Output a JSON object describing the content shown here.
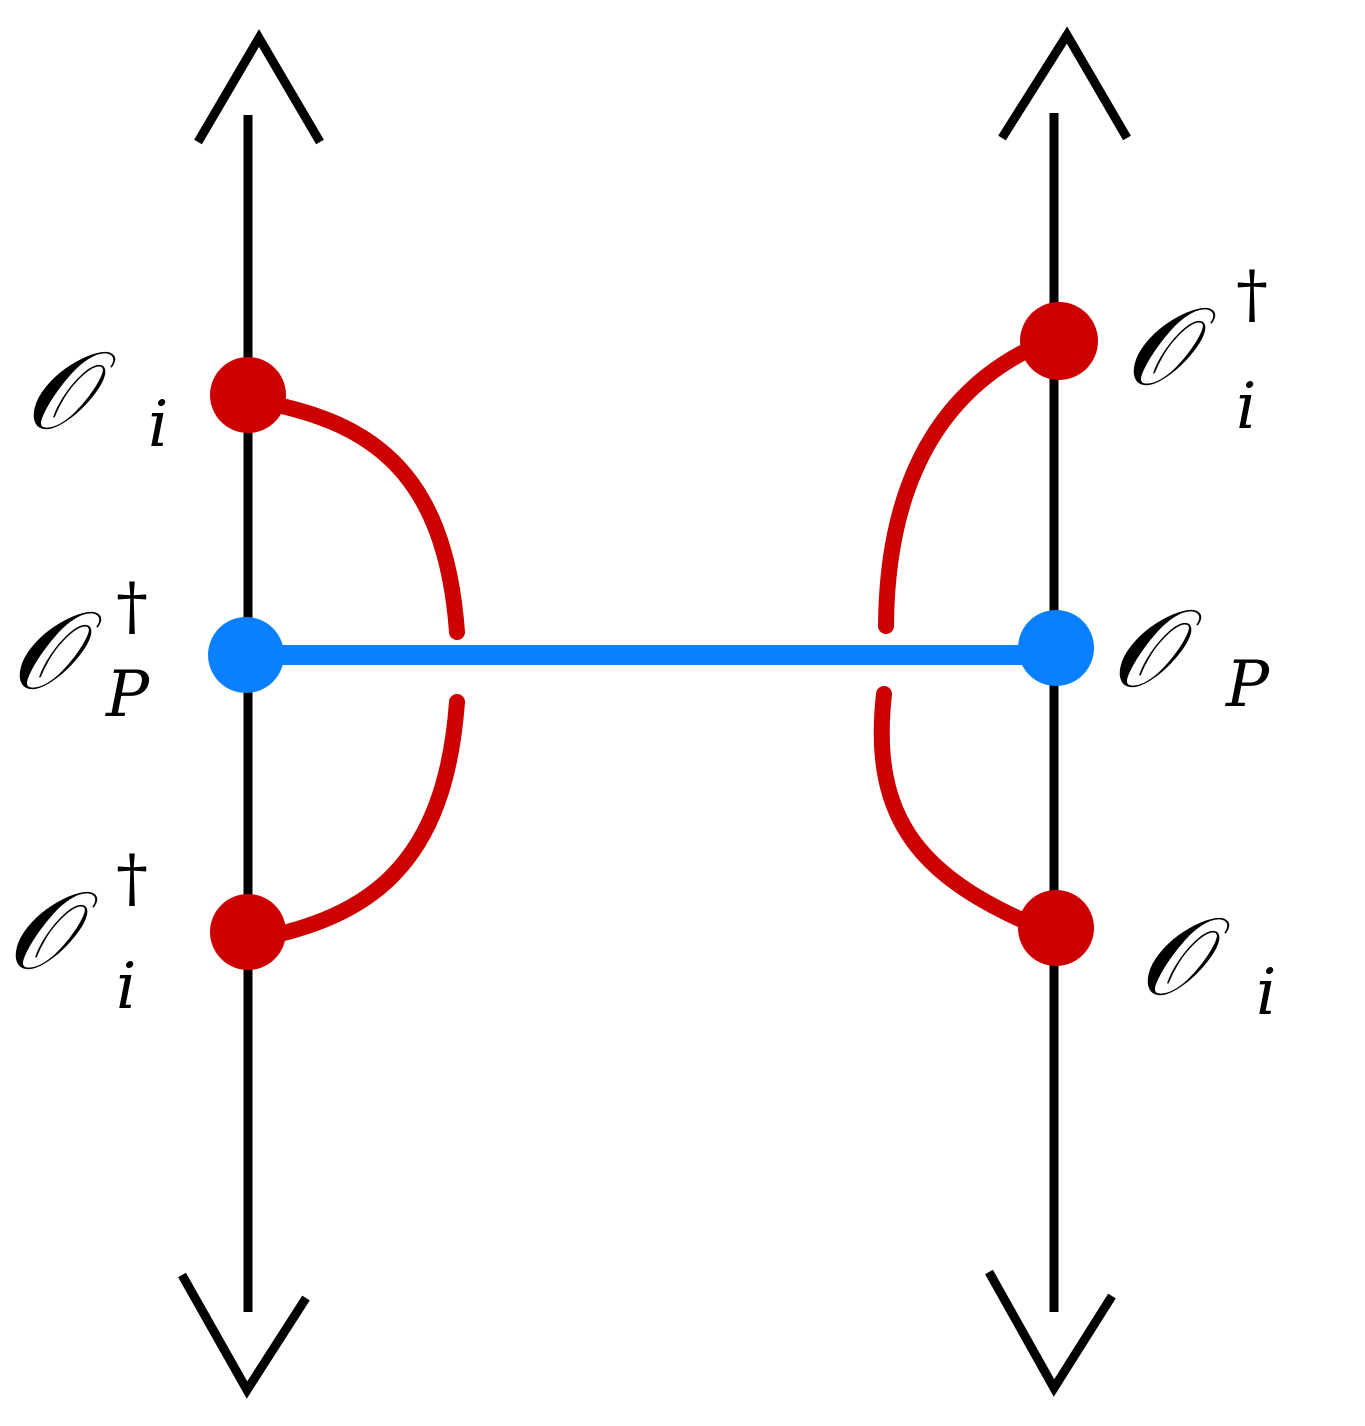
{
  "colors": {
    "axis": "#000000",
    "red_operator": "#cc0000",
    "blue_operator": "#0a80ff",
    "background": "#ffffff"
  },
  "labels": {
    "left_top": {
      "main": "𝒪",
      "sup": "",
      "sub": "i"
    },
    "left_middle": {
      "main": "𝒪",
      "sup": "†",
      "sub": "P"
    },
    "left_bottom": {
      "main": "𝒪",
      "sup": "†",
      "sub": "i"
    },
    "right_top": {
      "main": "𝒪",
      "sup": "†",
      "sub": "i"
    },
    "right_middle": {
      "main": "𝒪",
      "sup": "",
      "sub": "P"
    },
    "right_bottom": {
      "main": "𝒪",
      "sup": "",
      "sub": "i"
    }
  },
  "icons": {
    "axis_arrow_up": "up-arrowhead-icon",
    "axis_arrow_down": "down-arrowhead-icon"
  }
}
